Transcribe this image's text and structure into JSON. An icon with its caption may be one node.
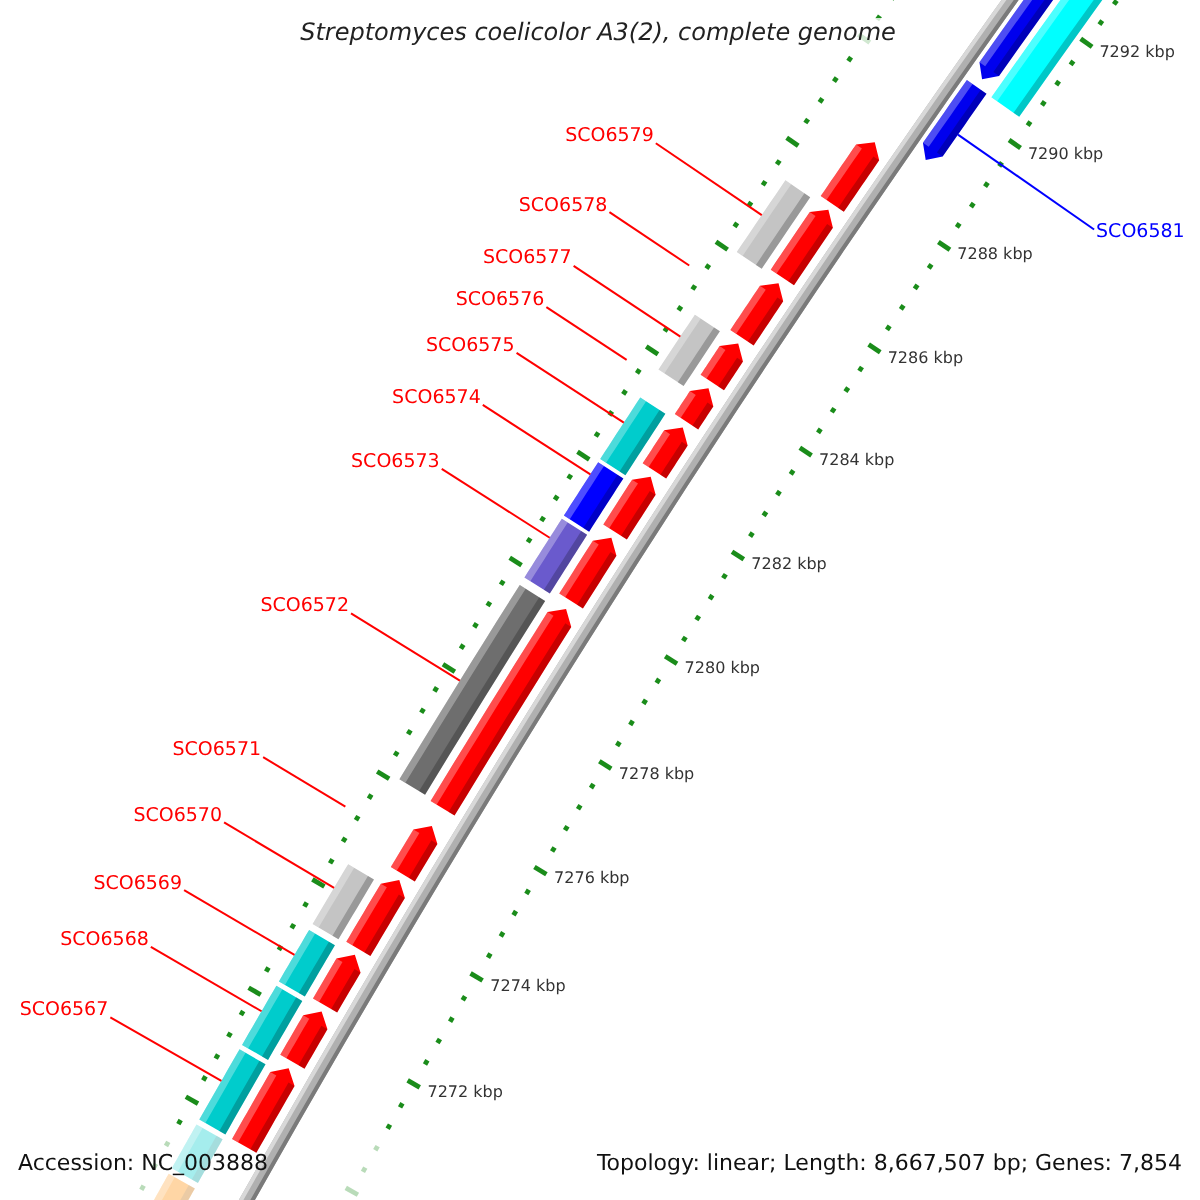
{
  "diagram": {
    "title": "Streptomyces coelicolor A3(2), complete genome",
    "nodes": [
      {
        "text": [
          "SCO6579"
        ]
      },
      {
        "text": [
          "SCO6578"
        ]
      },
      {
        "text": [
          "SCO6581"
        ]
      },
      {
        "text": [
          "SCO6577"
        ]
      },
      {
        "text": [
          "SCO6576"
        ]
      },
      {
        "text": [
          "SCO6575"
        ]
      },
      {
        "text": [
          "SCO6574"
        ]
      },
      {
        "text": [
          "SCO6573"
        ]
      },
      {
        "text": [
          "SCO6572"
        ]
      },
      {
        "text": [
          "SCO6571"
        ]
      },
      {
        "text": [
          "SCO6570"
        ]
      },
      {
        "text": [
          "SCO6569"
        ]
      },
      {
        "text": [
          "SCO6568"
        ]
      },
      {
        "text": [
          "SCO6567"
        ]
      },
      {
        "text": [],
        "shape": "bar"
      },
      {
        "text": [],
        "shape": "arrow"
      },
      {
        "text": [],
        "shape": "arrow"
      },
      {
        "text": [],
        "shape": "arrow"
      },
      {
        "text": [],
        "shape": "bar"
      },
      {
        "text": [],
        "shape": "arrow"
      },
      {
        "text": [],
        "shape": "arrow"
      },
      {
        "text": [],
        "shape": "bar"
      },
      {
        "text": [],
        "shape": "arrow"
      },
      {
        "text": [],
        "shape": "arrow"
      },
      {
        "text": [],
        "shape": "bar"
      },
      {
        "text": [],
        "shape": "arrow"
      },
      {
        "text": [],
        "shape": "bar"
      },
      {
        "text": [],
        "shape": "arrow"
      },
      {
        "text": [],
        "shape": "bar"
      },
      {
        "text": [],
        "shape": "arrow"
      },
      {
        "text": [],
        "shape": "bar"
      },
      {
        "text": [],
        "shape": "arrow"
      },
      {
        "text": [],
        "shape": "arrow"
      },
      {
        "text": [],
        "shape": "bar"
      },
      {
        "text": [],
        "shape": "arrow"
      },
      {
        "text": [],
        "shape": "bar"
      },
      {
        "text": [],
        "shape": "arrow"
      },
      {
        "text": [],
        "shape": "bar"
      },
      {
        "text": [],
        "shape": "arrow"
      },
      {
        "text": [],
        "shape": "bar"
      },
      {
        "text": [],
        "shape": "arrow"
      },
      {
        "text": [],
        "shape": "bar"
      },
      {
        "text": [],
        "shape": "bar"
      }
    ],
    "edges": [
      {
        "from": 0,
        "to": 18,
        "arrow": "none"
      },
      {
        "from": 1,
        "to": null,
        "arrow": "none"
      },
      {
        "from": 2,
        "to": 16,
        "arrow": "none",
        "color": "#0000ff"
      },
      {
        "from": 3,
        "to": 21,
        "arrow": "none"
      },
      {
        "from": 4,
        "to": null,
        "arrow": "none"
      },
      {
        "from": 5,
        "to": 24,
        "arrow": "none"
      },
      {
        "from": 6,
        "to": 26,
        "arrow": "none"
      },
      {
        "from": 7,
        "to": 28,
        "arrow": "none"
      },
      {
        "from": 8,
        "to": 30,
        "arrow": "none"
      },
      {
        "from": 9,
        "to": null,
        "arrow": "none"
      },
      {
        "from": 10,
        "to": 33,
        "arrow": "none"
      },
      {
        "from": 11,
        "to": 35,
        "arrow": "none"
      },
      {
        "from": 12,
        "to": 37,
        "arrow": "none"
      },
      {
        "from": 13,
        "to": 39,
        "arrow": "none"
      }
    ],
    "labels": [
      "7292 kbp",
      "7290 kbp",
      "7288 kbp",
      "7286 kbp",
      "7284 kbp",
      "7282 kbp",
      "7280 kbp",
      "7278 kbp",
      "7276 kbp",
      "7274 kbp",
      "7272 kbp",
      "Accession: NC_003888",
      "Topology: linear; Length: 8,667,507 bp; Genes: 7,854"
    ]
  }
}
